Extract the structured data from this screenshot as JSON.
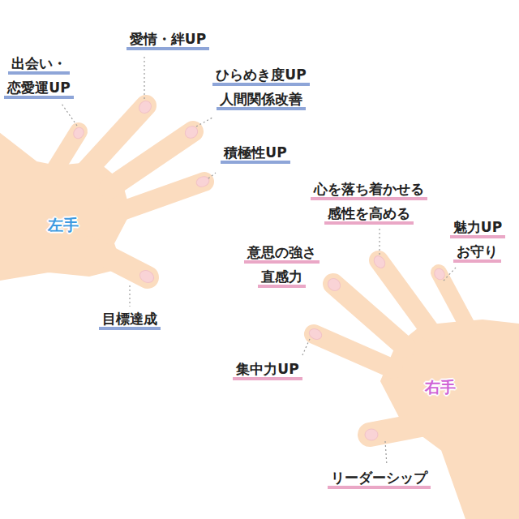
{
  "diagram": {
    "labels": [
      "愛情・絆UP",
      "出会い・ 恋愛運UP",
      "ひらめき度UP 人間関係改善",
      "積極性UP",
      "左手",
      "目標達成",
      "心を落ち着かせる 感性を高める",
      "魅力UP お守り",
      "意思の強さ 直感力",
      "集中力UP",
      "右手",
      "リーダーシップ"
    ]
  }
}
